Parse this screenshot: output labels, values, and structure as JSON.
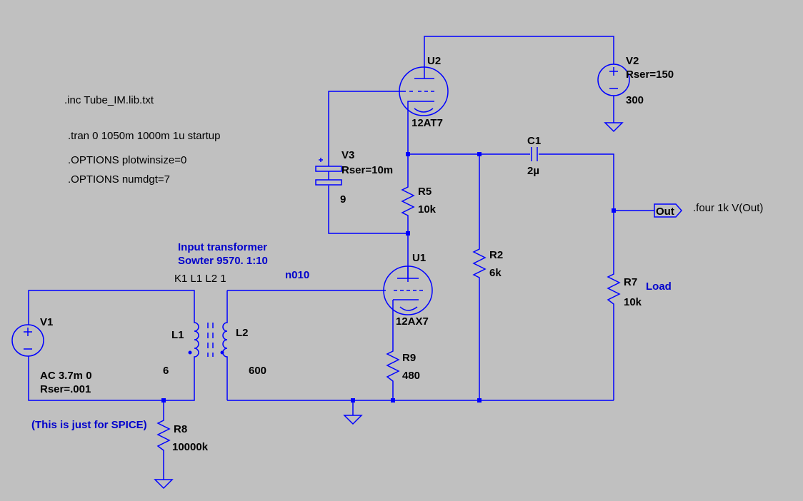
{
  "directives": {
    "inc": ".inc Tube_IM.lib.txt",
    "tran": ".tran 0 1050m 1000m 1u startup",
    "opt1": ".OPTIONS plotwinsize=0",
    "opt2": ".OPTIONS numdgt=7",
    "four": ".four 1k V(Out)",
    "coupling": "K1 L1 L2 1"
  },
  "components": {
    "u2": {
      "name": "U2",
      "model": "12AT7"
    },
    "u1": {
      "name": "U1",
      "model": "12AX7"
    },
    "v2": {
      "name": "V2",
      "rser": "Rser=150",
      "value": "300"
    },
    "v3": {
      "name": "V3",
      "rser": "Rser=10m",
      "value": "9"
    },
    "v1": {
      "name": "V1",
      "ac": "AC 3.7m 0",
      "rser": "Rser=.001"
    },
    "c1": {
      "name": "C1",
      "value": "2µ"
    },
    "r5": {
      "name": "R5",
      "value": "10k"
    },
    "r2": {
      "name": "R2",
      "value": "6k"
    },
    "r7": {
      "name": "R7",
      "value": "10k"
    },
    "r9": {
      "name": "R9",
      "value": "480"
    },
    "r8": {
      "name": "R8",
      "value": "10000k"
    },
    "l1": {
      "name": "L1",
      "value": "6"
    },
    "l2": {
      "name": "L2",
      "value": "600"
    }
  },
  "comments": {
    "xfmr_line1": "Input transformer",
    "xfmr_line2": "Sowter 9570. 1:10",
    "net": "n010",
    "load": "Load",
    "spice": "(This is just for SPICE)"
  },
  "netlabel": {
    "out": "Out"
  },
  "colors": {
    "background": "#c0c0c0",
    "wire": "#0000ff",
    "comment": "#0000cc",
    "text": "#000000"
  }
}
